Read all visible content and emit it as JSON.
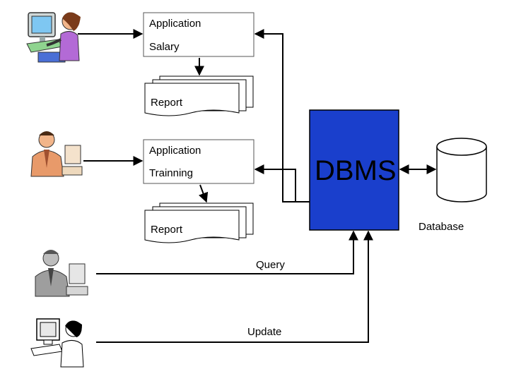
{
  "app_box_1": {
    "line1": "Application",
    "line2": "Salary"
  },
  "report_1": {
    "label": "Report"
  },
  "app_box_2": {
    "line1": "Application",
    "line2": "Trainning"
  },
  "report_2": {
    "label": "Report"
  },
  "dbms": {
    "label": "DBMS",
    "fill": "#1a3fcc"
  },
  "database": {
    "label": "Database"
  },
  "query": {
    "label": "Query"
  },
  "update": {
    "label": "Update"
  },
  "colors": {
    "line": "#000000",
    "box_stroke": "#555555",
    "skin": "#f2b58a",
    "shirt_purple": "#b36ad6",
    "monitor_screen": "#7ec7f2"
  }
}
